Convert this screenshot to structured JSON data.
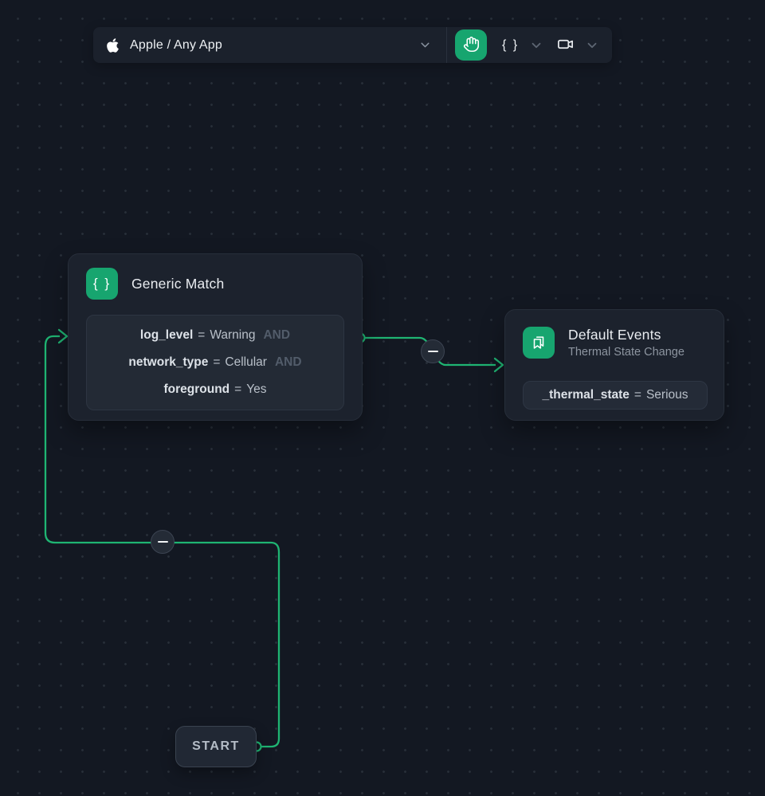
{
  "toolbar": {
    "app_selector": {
      "label": "Apple / Any App"
    },
    "code_button": {
      "label": "{ }"
    }
  },
  "nodes": {
    "generic_match": {
      "title": "Generic Match",
      "icon": "braces-icon",
      "conditions": [
        {
          "key": "log_level",
          "op": "=",
          "value": "Warning",
          "conj": "AND"
        },
        {
          "key": "network_type",
          "op": "=",
          "value": "Cellular",
          "conj": "AND"
        },
        {
          "key": "foreground",
          "op": "=",
          "value": "Yes",
          "conj": ""
        }
      ]
    },
    "default_events": {
      "title": "Default Events",
      "subtitle": "Thermal State Change",
      "icon": "bookmarks-icon",
      "condition": {
        "key": "_thermal_state",
        "op": "=",
        "value": "Serious"
      }
    }
  },
  "start": {
    "label": "START"
  },
  "colors": {
    "accent_green": "#17a56f",
    "edge_green": "#1fb573",
    "canvas_bg": "#131822",
    "node_bg": "#1c222d"
  }
}
